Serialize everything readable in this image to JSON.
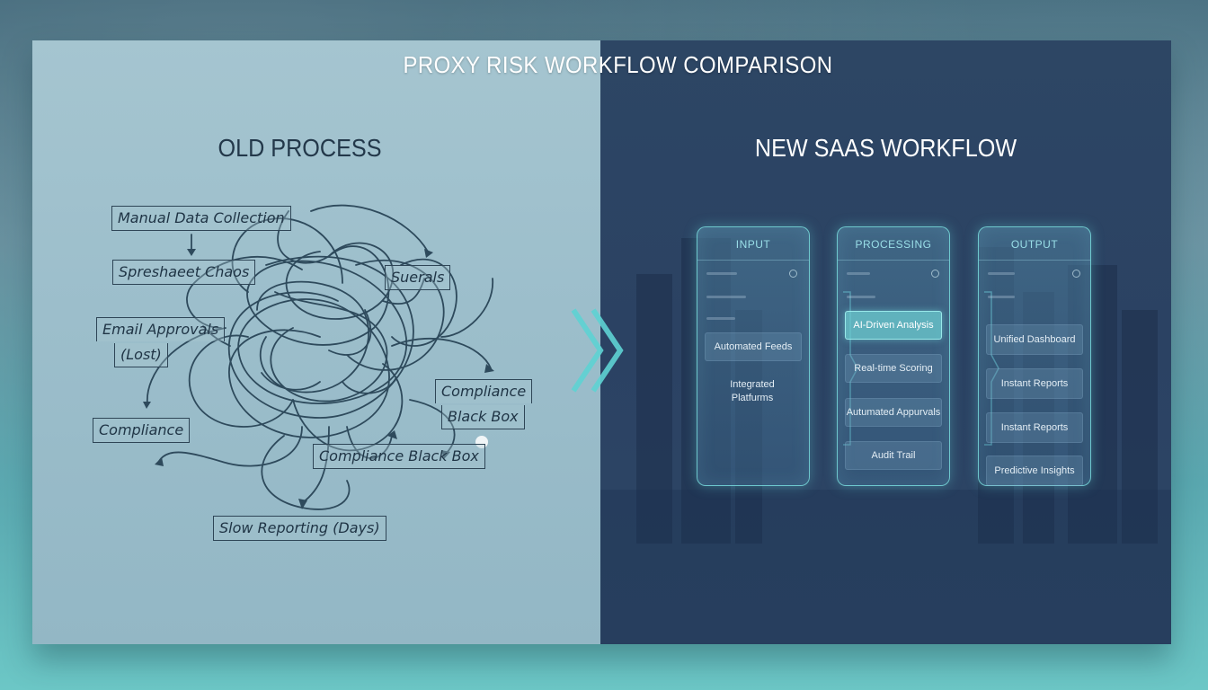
{
  "title": "PROXY RISK WORKFLOW COMPARISON",
  "old_process": {
    "heading": "OLD PROCESS",
    "boxes": [
      "Manual Data Collection",
      "Spreshaeet Chaos",
      "Suerals",
      "Email Approvals",
      "(Lost)",
      "Compliance",
      "Black Box",
      "Compliance",
      "Compliance Black Box",
      "Slow Reporting (Days)"
    ]
  },
  "new_workflow": {
    "heading": "NEW SAAS WORKFLOW",
    "columns": [
      {
        "title": "INPUT",
        "items": [
          "Automated Feeds",
          "Integrated Platfurms"
        ]
      },
      {
        "title": "PROCESSING",
        "items": [
          "AI-Driven Analysis",
          "Real-time Scoring",
          "Autumated Appurvals",
          "Audit Trail"
        ]
      },
      {
        "title": "OUTPUT",
        "items": [
          "Unified Dashboard",
          "Instant Reports",
          "Instant Reports",
          "Predictive Insights"
        ]
      }
    ]
  },
  "colors": {
    "accent_teal": "#6fd6d6",
    "dark_panel": "#2c4464",
    "light_panel": "#9ebfcc"
  },
  "icons": [
    "double-chevron-right-icon",
    "settings-dot-icon"
  ]
}
